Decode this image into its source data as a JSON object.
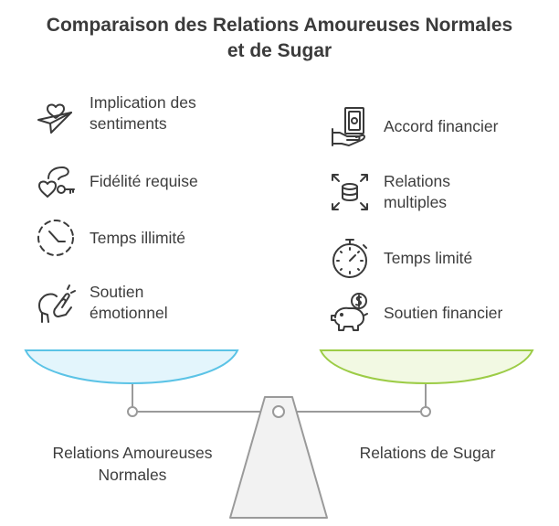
{
  "title": {
    "line1": "Comparaison des Relations Amoureuses Normales",
    "line2": "et de Sugar"
  },
  "left": {
    "items": [
      {
        "icon": "paper-plane-heart-icon",
        "lines": [
          "Implication des",
          "sentiments"
        ]
      },
      {
        "icon": "heart-key-icon",
        "lines": [
          "Fidélité requise"
        ]
      },
      {
        "icon": "dashed-clock-icon",
        "lines": [
          "Temps illimité"
        ]
      },
      {
        "icon": "helping-hand-head-icon",
        "lines": [
          "Soutien",
          "émotionnel"
        ]
      }
    ],
    "side_label": [
      "Relations Amoureuses",
      "Normales"
    ],
    "pan_color": "#e3f5fc",
    "pan_stroke": "#5bc3e6"
  },
  "right": {
    "items": [
      {
        "icon": "hand-money-icon",
        "lines": [
          "Accord financier"
        ]
      },
      {
        "icon": "database-arrows-icon",
        "lines": [
          "Relations",
          "multiples"
        ]
      },
      {
        "icon": "stopwatch-icon",
        "lines": [
          "Temps limité"
        ]
      },
      {
        "icon": "piggy-bank-icon",
        "lines": [
          "Soutien financier"
        ]
      }
    ],
    "side_label": [
      "Relations de Sugar"
    ],
    "pan_color": "#f2f9e3",
    "pan_stroke": "#9ccc46"
  }
}
